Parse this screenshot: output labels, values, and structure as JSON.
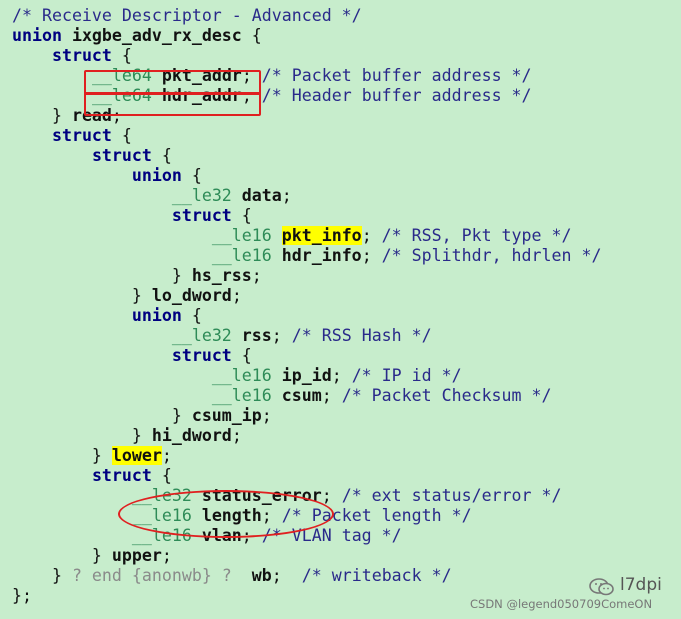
{
  "code": {
    "lines": [
      [
        [
          "cm",
          "/* Receive Descriptor - Advanced */"
        ]
      ],
      [
        [
          "kw",
          "union "
        ],
        [
          "id",
          "ixgbe_adv_rx_desc "
        ],
        [
          "pn",
          "{"
        ]
      ],
      [
        [
          "pn",
          "    "
        ],
        [
          "kw",
          "struct "
        ],
        [
          "pn",
          "{"
        ]
      ],
      [
        [
          "pn",
          "        "
        ],
        [
          "ty",
          "__le64 "
        ],
        [
          "id",
          "pkt_addr"
        ],
        [
          "pn",
          "; "
        ],
        [
          "cm",
          "/* Packet buffer address */"
        ]
      ],
      [
        [
          "pn",
          "        "
        ],
        [
          "ty",
          "__le64 "
        ],
        [
          "id",
          "hdr_addr"
        ],
        [
          "pn",
          "; "
        ],
        [
          "cm",
          "/* Header buffer address */"
        ]
      ],
      [
        [
          "pn",
          "    } "
        ],
        [
          "id",
          "read"
        ],
        [
          "pn",
          ";"
        ]
      ],
      [
        [
          "pn",
          "    "
        ],
        [
          "kw",
          "struct "
        ],
        [
          "pn",
          "{"
        ]
      ],
      [
        [
          "pn",
          "        "
        ],
        [
          "kw",
          "struct "
        ],
        [
          "pn",
          "{"
        ]
      ],
      [
        [
          "pn",
          "            "
        ],
        [
          "kw",
          "union "
        ],
        [
          "pn",
          "{"
        ]
      ],
      [
        [
          "pn",
          "                "
        ],
        [
          "ty",
          "__le32 "
        ],
        [
          "id",
          "data"
        ],
        [
          "pn",
          ";"
        ]
      ],
      [
        [
          "pn",
          "                "
        ],
        [
          "kw",
          "struct "
        ],
        [
          "pn",
          "{"
        ]
      ],
      [
        [
          "pn",
          "                    "
        ],
        [
          "ty",
          "__le16 "
        ],
        [
          "hl",
          "pkt_info"
        ],
        [
          "pn",
          "; "
        ],
        [
          "cm",
          "/* RSS, Pkt type */"
        ]
      ],
      [
        [
          "pn",
          "                    "
        ],
        [
          "ty",
          "__le16 "
        ],
        [
          "id",
          "hdr_info"
        ],
        [
          "pn",
          "; "
        ],
        [
          "cm",
          "/* Splithdr, hdrlen */"
        ]
      ],
      [
        [
          "pn",
          "                } "
        ],
        [
          "id",
          "hs_rss"
        ],
        [
          "pn",
          ";"
        ]
      ],
      [
        [
          "pn",
          "            } "
        ],
        [
          "id",
          "lo_dword"
        ],
        [
          "pn",
          ";"
        ]
      ],
      [
        [
          "pn",
          "            "
        ],
        [
          "kw",
          "union "
        ],
        [
          "pn",
          "{"
        ]
      ],
      [
        [
          "pn",
          "                "
        ],
        [
          "ty",
          "__le32 "
        ],
        [
          "id",
          "rss"
        ],
        [
          "pn",
          "; "
        ],
        [
          "cm",
          "/* RSS Hash */"
        ]
      ],
      [
        [
          "pn",
          "                "
        ],
        [
          "kw",
          "struct "
        ],
        [
          "pn",
          "{"
        ]
      ],
      [
        [
          "pn",
          "                    "
        ],
        [
          "ty",
          "__le16 "
        ],
        [
          "id",
          "ip_id"
        ],
        [
          "pn",
          "; "
        ],
        [
          "cm",
          "/* IP id */"
        ]
      ],
      [
        [
          "pn",
          "                    "
        ],
        [
          "ty",
          "__le16 "
        ],
        [
          "id",
          "csum"
        ],
        [
          "pn",
          "; "
        ],
        [
          "cm",
          "/* Packet Checksum */"
        ]
      ],
      [
        [
          "pn",
          "                } "
        ],
        [
          "id",
          "csum_ip"
        ],
        [
          "pn",
          ";"
        ]
      ],
      [
        [
          "pn",
          "            } "
        ],
        [
          "id",
          "hi_dword"
        ],
        [
          "pn",
          ";"
        ]
      ],
      [
        [
          "pn",
          "        } "
        ],
        [
          "hl",
          "lower"
        ],
        [
          "pn",
          ";"
        ]
      ],
      [
        [
          "pn",
          "        "
        ],
        [
          "kw",
          "struct "
        ],
        [
          "pn",
          "{"
        ]
      ],
      [
        [
          "pn",
          "            "
        ],
        [
          "ty",
          "__le32 "
        ],
        [
          "id",
          "status_error"
        ],
        [
          "pn",
          "; "
        ],
        [
          "cm",
          "/* ext status/error */"
        ]
      ],
      [
        [
          "pn",
          "            "
        ],
        [
          "ty",
          "__le16 "
        ],
        [
          "id",
          "length"
        ],
        [
          "pn",
          "; "
        ],
        [
          "cm",
          "/* Packet length */"
        ]
      ],
      [
        [
          "pn",
          "            "
        ],
        [
          "ty",
          "__le16 "
        ],
        [
          "id",
          "vlan"
        ],
        [
          "pn",
          "; "
        ],
        [
          "cm",
          "/* VLAN tag */"
        ]
      ],
      [
        [
          "pn",
          "        } "
        ],
        [
          "id",
          "upper"
        ],
        [
          "pn",
          ";"
        ]
      ],
      [
        [
          "pn",
          "    } "
        ],
        [
          "gr",
          "? end {anonwb} ? "
        ],
        [
          "id",
          " wb"
        ],
        [
          "pn",
          ";  "
        ],
        [
          "cm",
          "/* writeback */"
        ]
      ],
      [
        [
          "pn",
          "};"
        ]
      ]
    ]
  },
  "watermark": {
    "account_name": "l7dpi",
    "source": "CSDN @legend050709ComeON",
    "logo_icon": "wechat-icon"
  },
  "annotations": {
    "highlight_color": "#ffff00",
    "box_color": "#e02020"
  }
}
